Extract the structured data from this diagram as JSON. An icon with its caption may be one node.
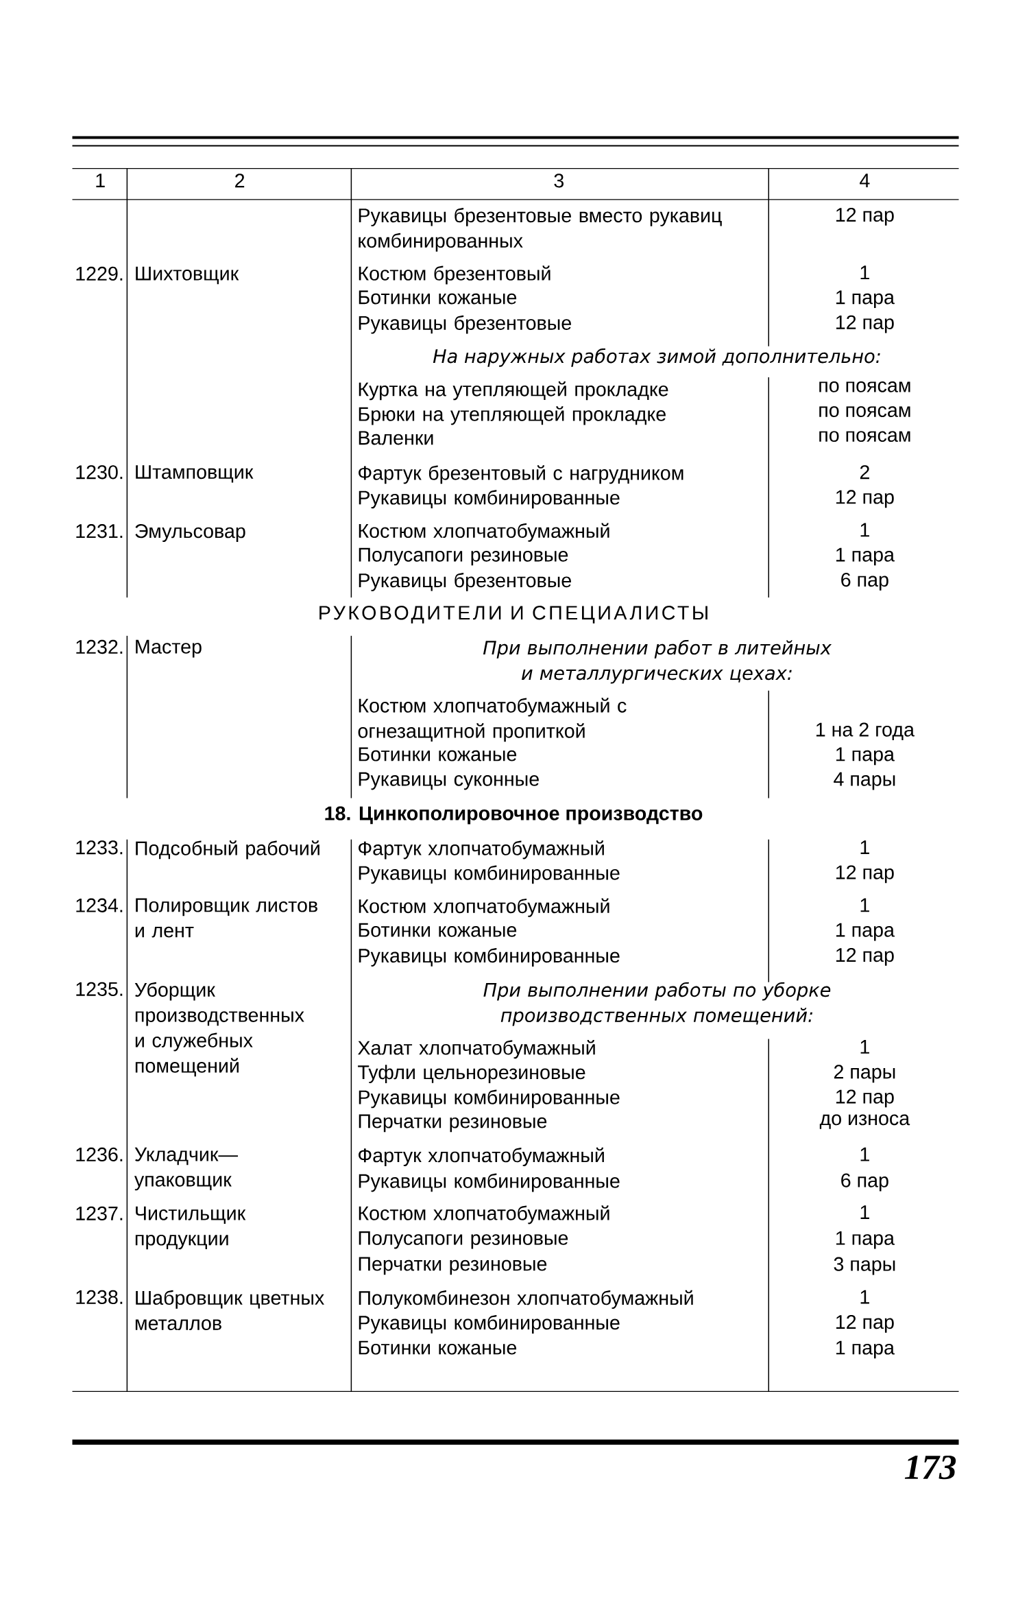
{
  "diagram": {
    "labels": [
      "1",
      "2",
      "3",
      "4",
      "Рукавицы брезентовые вместо рукавиц комбинированных",
      "12 пар",
      "1229.",
      "Шихтовщик",
      "Костюм брезентовый",
      "1",
      "Ботинки кожаные",
      "1 пара",
      "Рукавицы брезентовые",
      "12 пар",
      "На наружных работах зимой дополнительно:",
      "Куртка на утепляющей прокладке",
      "по поясам",
      "Брюки на утепляющей прокладке",
      "по поясам",
      "Валенки",
      "по поясам",
      "1230.",
      "Штамповщик",
      "Фартук брезентовый с нагрудником",
      "2",
      "Рукавицы комбинированные",
      "12 пар",
      "1231.",
      "Эмульсовар",
      "Костюм хлопчатобумажный",
      "1",
      "Полусапоги резиновые",
      "1 пара",
      "Рукавицы брезентовые",
      "6 пар",
      "РУКОВОДИТЕЛИ И СПЕЦИАЛИСТЫ",
      "1232.",
      "Мастер",
      "При выполнении работ в литейных и металлургических цехах:",
      "Костюм хлопчатобумажный с огнезащитной пропиткой",
      "1 на 2 года",
      "Ботинки кожаные",
      "1 пара",
      "Рукавицы суконные",
      "4 пары",
      "18. Цинкополировочное производство",
      "1233.",
      "Подсобный рабочий",
      "Фартук хлопчатобумажный",
      "1",
      "Рукавицы комбинированные",
      "12 пар",
      "1234.",
      "Полировщик листов и лент",
      "Костюм хлопчатобумажный",
      "1",
      "Ботинки кожаные",
      "1 пара",
      "Рукавицы комбинированные",
      "12 пар",
      "1235.",
      "Уборщик производственных и служебных помещений",
      "При выполнении работы по уборке производственных помещений:",
      "Халат хлопчатобумажный",
      "1",
      "Туфли цельнорезиновые",
      "2 пары",
      "Рукавицы комбинированные",
      "12 пар",
      "Перчатки резиновые",
      "до износа",
      "1236.",
      "Укладчик—упаковщик",
      "Фартук хлопчатобумажный",
      "1",
      "Рукавицы комбинированные",
      "6 пар",
      "1237.",
      "Чистильщик продукции",
      "Костюм хлопчатобумажный",
      "1",
      "Полусапоги резиновые",
      "1 пара",
      "Перчатки резиновые",
      "3 пары",
      "1238.",
      "Шабровщик цветных металлов",
      "Полукомбинезон хлопчатобумажный",
      "1",
      "Рукавицы комбинированные",
      "12 пар",
      "Ботинки кожаные",
      "1 пара",
      "173"
    ]
  }
}
